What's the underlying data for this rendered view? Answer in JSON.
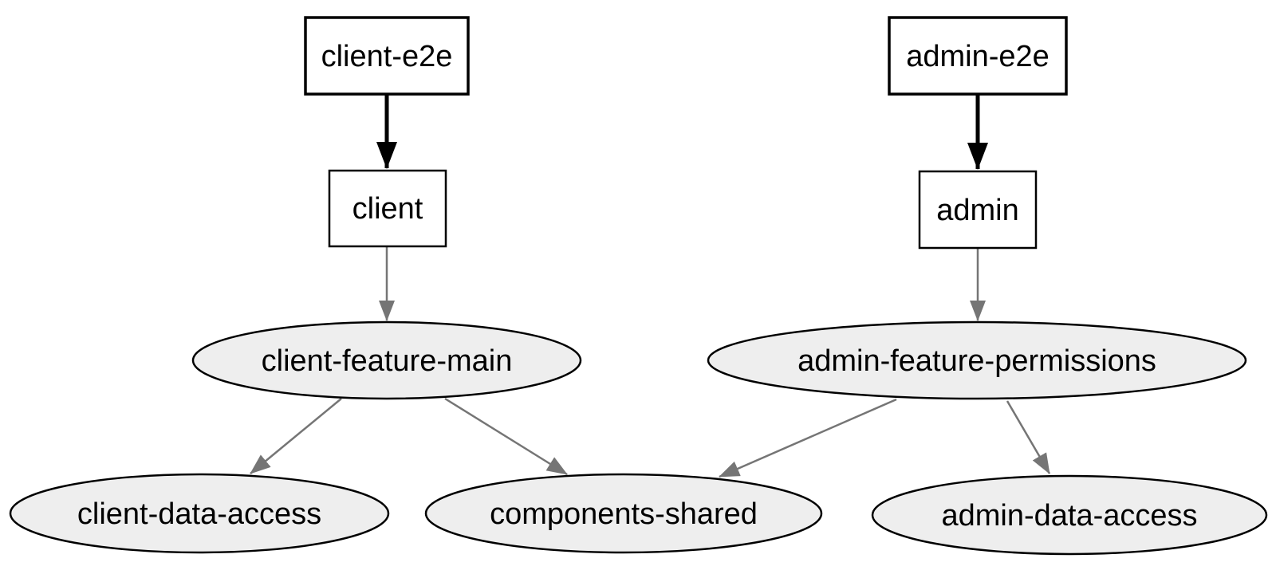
{
  "diagram": {
    "kind": "dependency-graph",
    "colors": {
      "background": "#ffffff",
      "app_node_fill": "#ffffff",
      "lib_node_fill": "#eeeeee",
      "node_stroke": "#000000",
      "label_color": "#000000",
      "edge_strong": "#000000",
      "edge_normal": "#757575"
    },
    "nodes": [
      {
        "id": "client-e2e",
        "label": "client-e2e",
        "shape": "box"
      },
      {
        "id": "client",
        "label": "client",
        "shape": "box"
      },
      {
        "id": "admin-e2e",
        "label": "admin-e2e",
        "shape": "box"
      },
      {
        "id": "admin",
        "label": "admin",
        "shape": "box"
      },
      {
        "id": "client-feature-main",
        "label": "client-feature-main",
        "shape": "ellipse"
      },
      {
        "id": "admin-feature-permissions",
        "label": "admin-feature-permissions",
        "shape": "ellipse"
      },
      {
        "id": "client-data-access",
        "label": "client-data-access",
        "shape": "ellipse"
      },
      {
        "id": "components-shared",
        "label": "components-shared",
        "shape": "ellipse"
      },
      {
        "id": "admin-data-access",
        "label": "admin-data-access",
        "shape": "ellipse"
      }
    ],
    "edges": [
      {
        "from": "client-e2e",
        "to": "client",
        "style": "strong"
      },
      {
        "from": "admin-e2e",
        "to": "admin",
        "style": "strong"
      },
      {
        "from": "client",
        "to": "client-feature-main",
        "style": "normal"
      },
      {
        "from": "admin",
        "to": "admin-feature-permissions",
        "style": "normal"
      },
      {
        "from": "client-feature-main",
        "to": "client-data-access",
        "style": "normal"
      },
      {
        "from": "client-feature-main",
        "to": "components-shared",
        "style": "normal"
      },
      {
        "from": "admin-feature-permissions",
        "to": "components-shared",
        "style": "normal"
      },
      {
        "from": "admin-feature-permissions",
        "to": "admin-data-access",
        "style": "normal"
      }
    ]
  }
}
